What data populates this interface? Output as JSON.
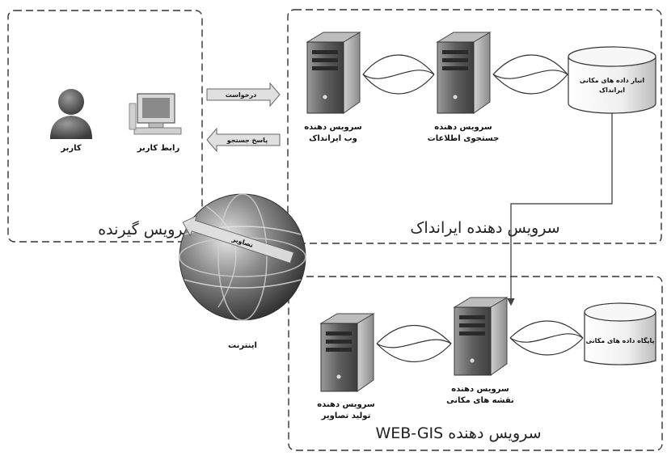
{
  "boxes": {
    "client": {
      "title": "سرویس گیرنده"
    },
    "irandak": {
      "title": "سرویس دهنده ایرانداک"
    },
    "webgis": {
      "title": "سرویس دهنده WEB-GIS"
    }
  },
  "nodes": {
    "user": "کاربر",
    "user_interface": "رابط کاربر",
    "internet": "اینترنت",
    "web_server": [
      "سرویس دهنده",
      "وب ایرانداک"
    ],
    "search_server": [
      "سرویس دهنده",
      "جستجوی اطلاعات"
    ],
    "spatial_store": [
      "انبار داده های مکانی",
      "ایرانداک"
    ],
    "map_server": [
      "سرویس دهنده",
      "نقشه های مکانی"
    ],
    "image_server": [
      "سرویس دهنده",
      "تولید تصاویر"
    ],
    "spatial_db": "پایگاه داده های مکانی"
  },
  "arrows": {
    "request": "درخواست",
    "search_response": "پاسخ جستجو",
    "images": "تصاویر"
  },
  "colors": {
    "box_border": "#333333",
    "server_body": "#6a6a6a",
    "arrow_fill": "#e0e0e0",
    "globe": "#7a7a7a"
  }
}
